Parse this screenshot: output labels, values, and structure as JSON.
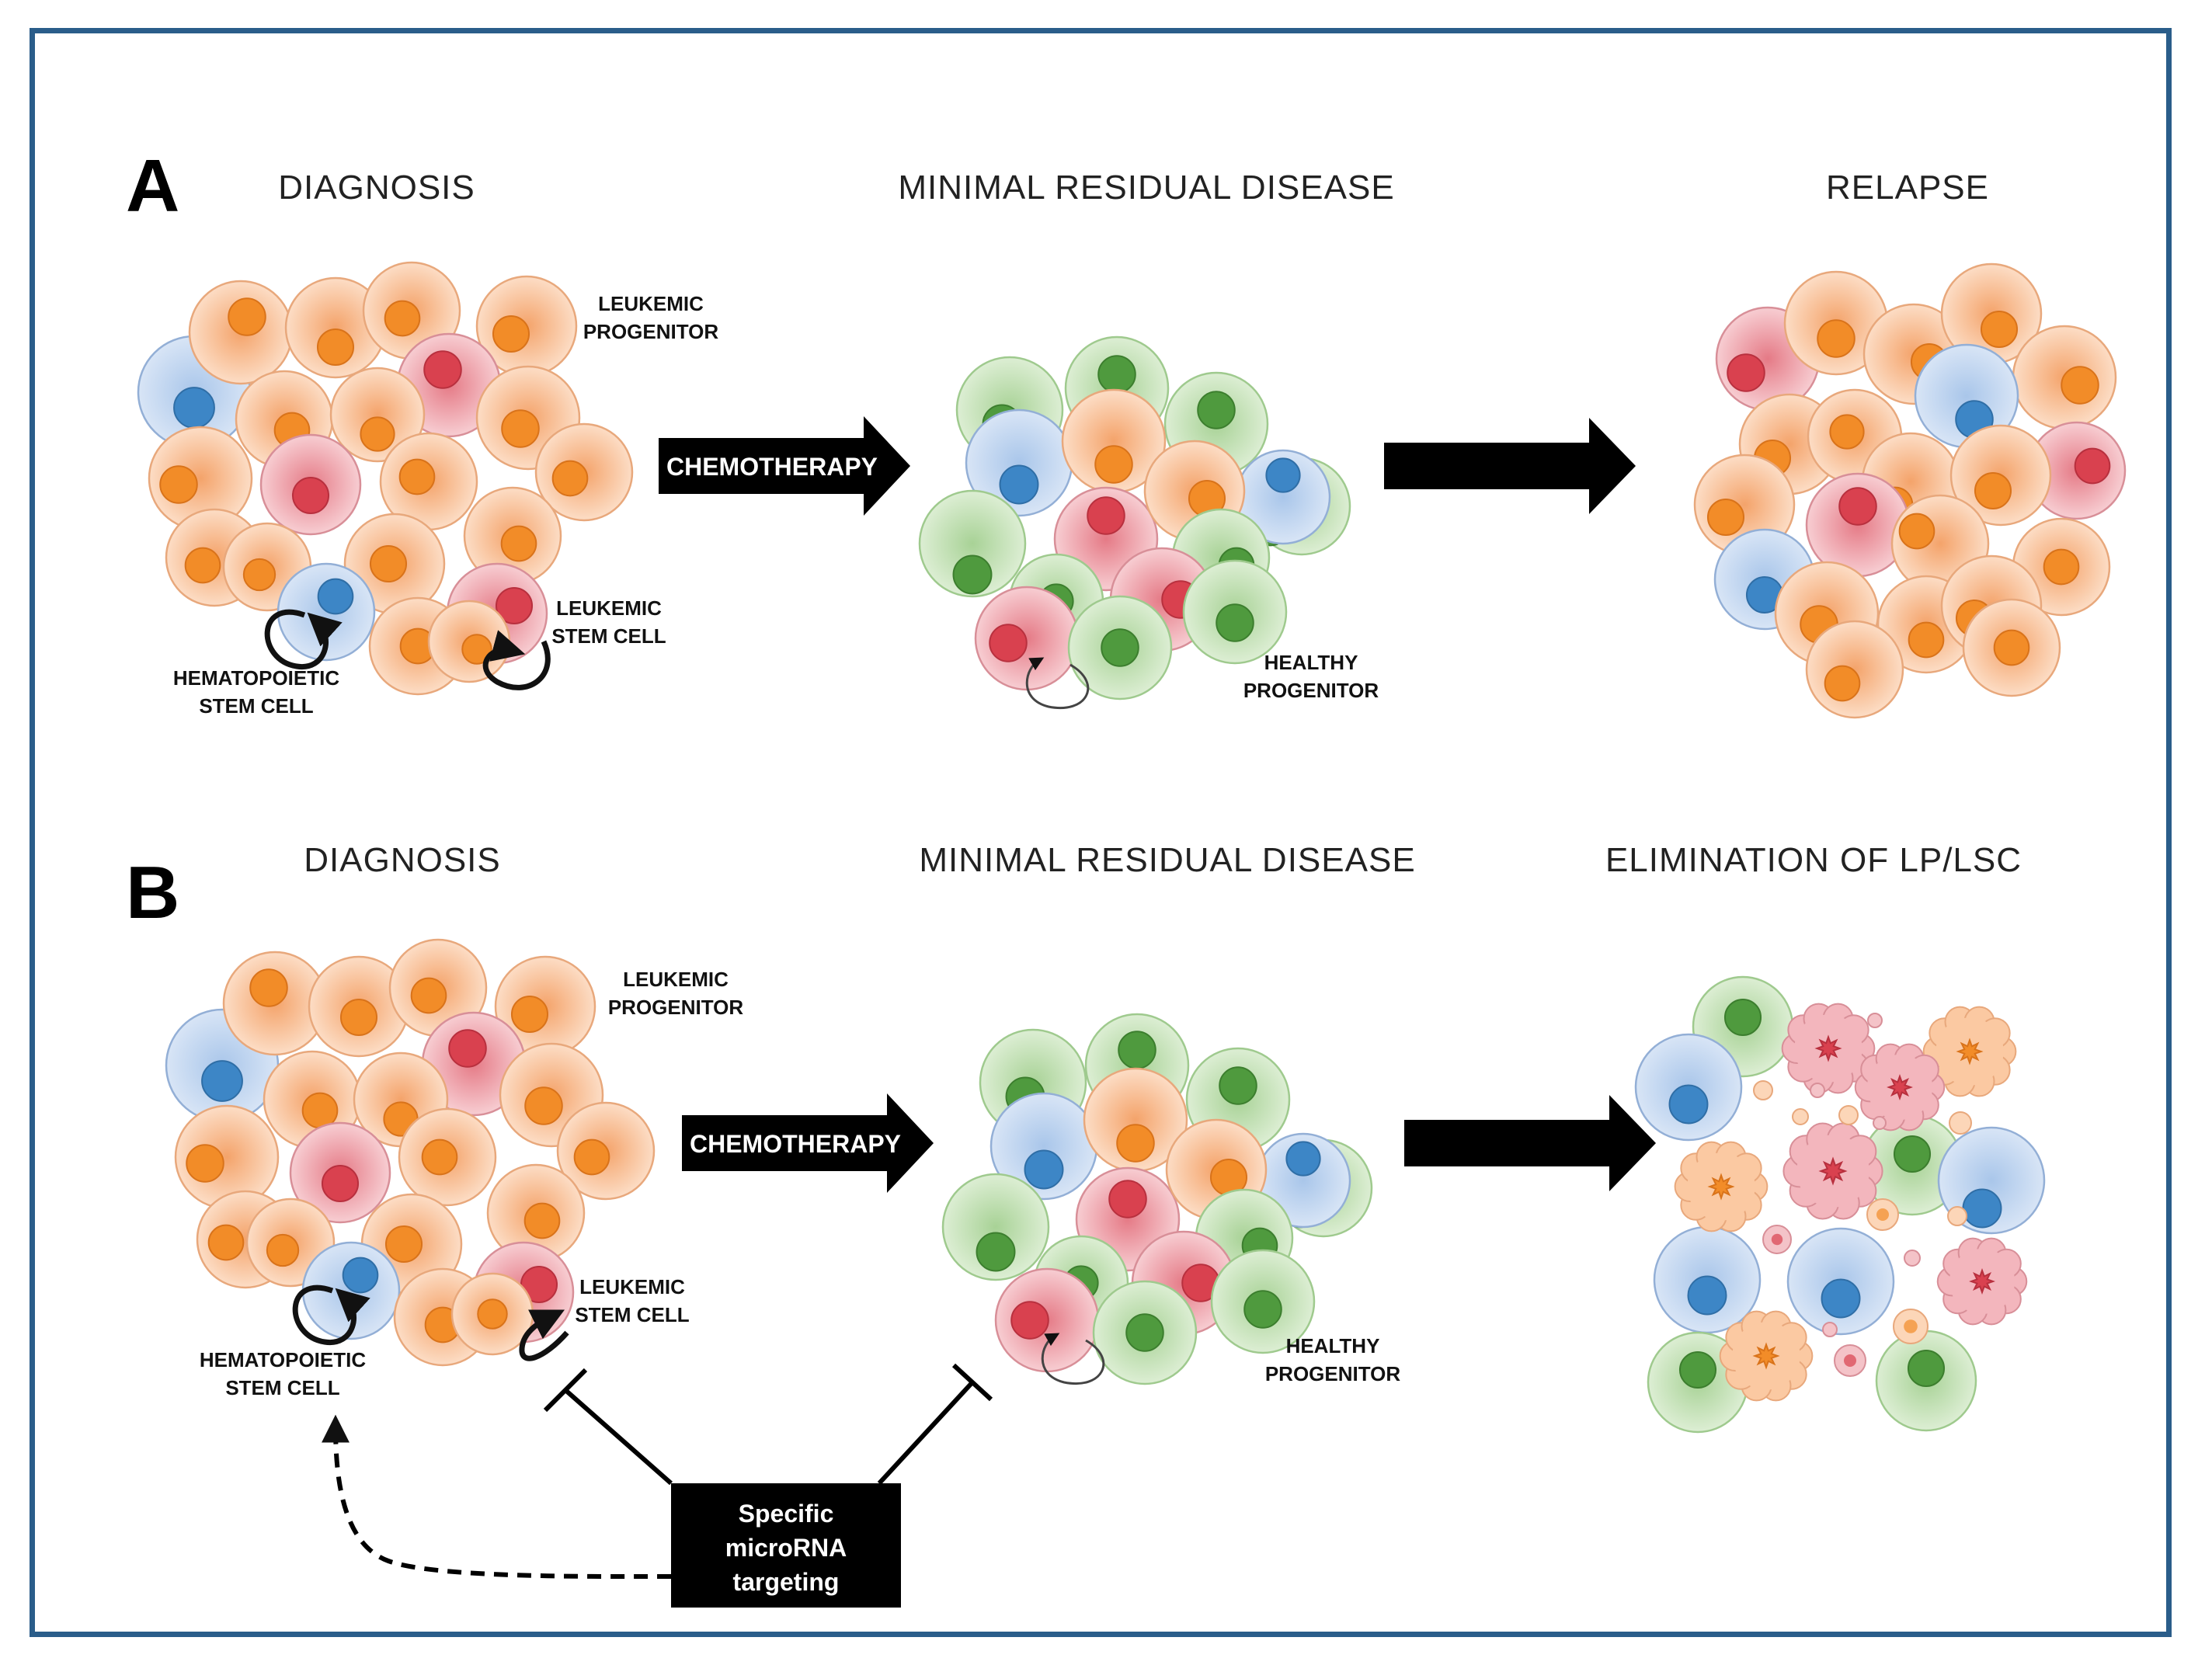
{
  "panels": {
    "a": {
      "letter": "A",
      "stages": [
        "DIAGNOSIS",
        "MINIMAL RESIDUAL DISEASE",
        "RELAPSE"
      ],
      "labels": {
        "leukemic_progenitor": [
          "LEUKEMIC",
          "PROGENITOR"
        ],
        "leukemic_stem_cell": [
          "LEUKEMIC",
          "STEM CELL"
        ],
        "hematopoietic_stem_cell": [
          "HEMATOPOIETIC",
          "STEM CELL"
        ],
        "healthy_progenitor": [
          "HEALTHY",
          "PROGENITOR"
        ]
      },
      "arrow_label": "CHEMOTHERAPY"
    },
    "b": {
      "letter": "B",
      "stages": [
        "DIAGNOSIS",
        "MINIMAL RESIDUAL DISEASE",
        "ELIMINATION OF LP/LSC"
      ],
      "labels": {
        "leukemic_progenitor": [
          "LEUKEMIC",
          "PROGENITOR"
        ],
        "leukemic_stem_cell": [
          "LEUKEMIC",
          "STEM CELL"
        ],
        "hematopoietic_stem_cell": [
          "HEMATOPOIETIC",
          "STEM CELL"
        ],
        "healthy_progenitor": [
          "HEALTHY",
          "PROGENITOR"
        ]
      },
      "arrow_label": "CHEMOTHERAPY",
      "targeting_box": [
        "Specific",
        "microRNA",
        "targeting"
      ]
    }
  },
  "colors": {
    "frame": "#2a5d8a",
    "leukemic_progenitor": "#f7a868",
    "leukemic_stem_cell": "#e8808a",
    "hematopoietic_stem_cell": "#8fb4e0",
    "healthy_progenitor": "#9cc98a"
  }
}
